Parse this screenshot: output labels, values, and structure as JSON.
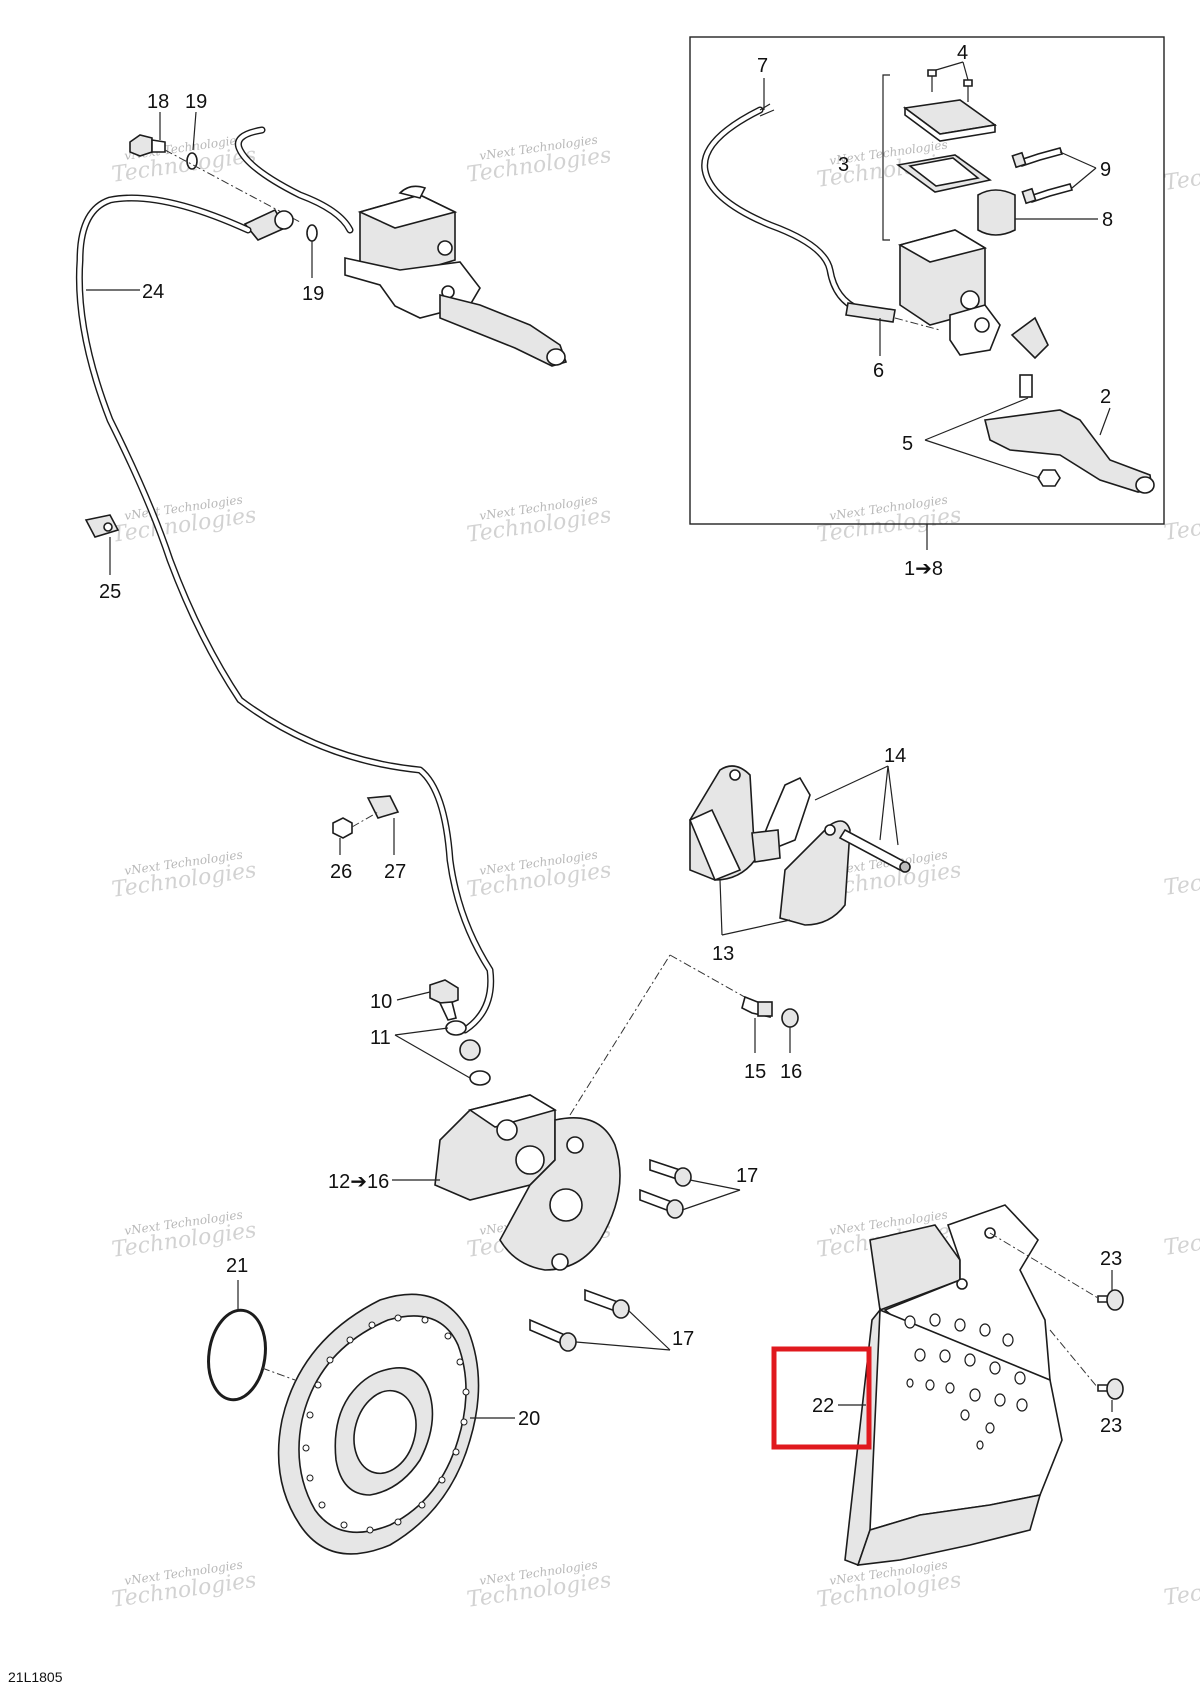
{
  "drawing_code": "21L1805",
  "watermark": {
    "line1": "vNext Technologies",
    "line2": "Technologies",
    "small": "vNext"
  },
  "callouts": {
    "c1_8": "1➔8",
    "c2": "2",
    "c3": "3",
    "c4": "4",
    "c5": "5",
    "c6": "6",
    "c7": "7",
    "c8": "8",
    "c9": "9",
    "c10": "10",
    "c11": "11",
    "c12_16": "12➔16",
    "c13": "13",
    "c14": "14",
    "c15": "15",
    "c16": "16",
    "c17a": "17",
    "c17b": "17",
    "c18": "18",
    "c19a": "19",
    "c19b": "19",
    "c20": "20",
    "c21": "21",
    "c22": "22",
    "c23a": "23",
    "c23b": "23",
    "c24": "24",
    "c25": "25",
    "c26": "26",
    "c27": "27"
  },
  "highlight": {
    "target": "22",
    "color": "#e0191e"
  }
}
